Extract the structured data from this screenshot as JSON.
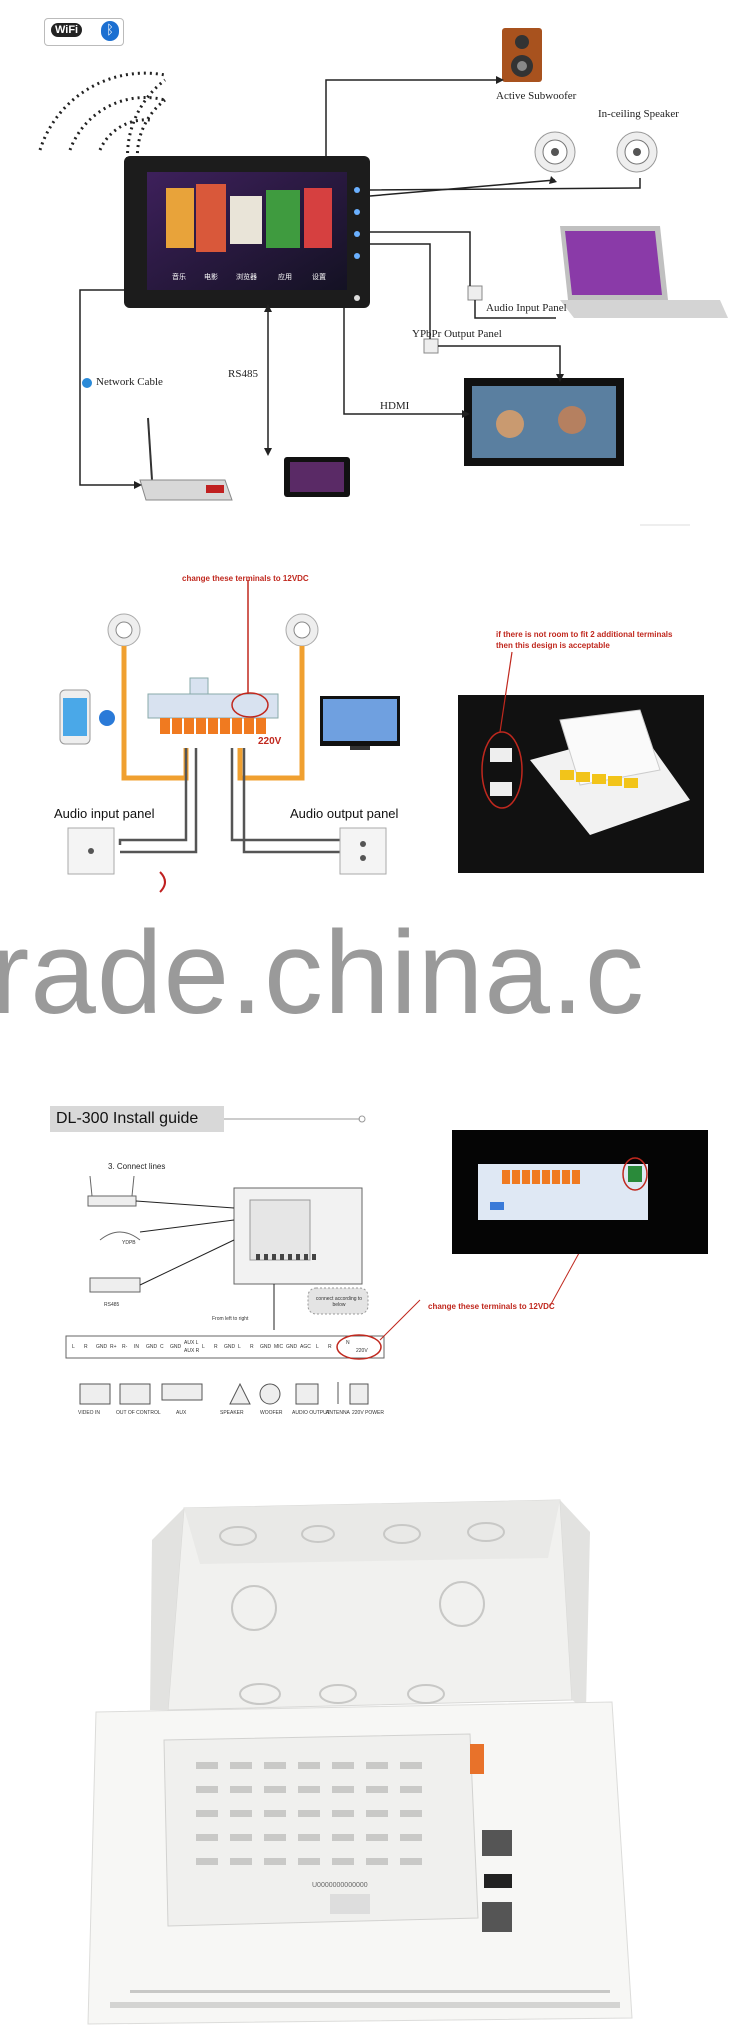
{
  "section1": {
    "wifi_badge": "WiFi",
    "bluetooth_icon": "bluetooth-icon",
    "active_subwoofer": "Active Subwoofer",
    "in_ceiling_speaker": "In-ceiling Speaker",
    "audio_input_panel": "Audio Input Panel",
    "ypbpr_output_panel": "YPbPr Output Panel",
    "rs485": "RS485",
    "hdmi": "HDMI",
    "network_cable": "Network Cable",
    "screen_apps": [
      "音乐",
      "电影",
      "浏览器",
      "应用",
      "设置"
    ]
  },
  "section2": {
    "note_top": "change these terminals to 12VDC",
    "note_right_line1": "if there is not room to fit 2 additional terminals",
    "note_right_line2": "then this design is acceptable",
    "voltage_label": "220V",
    "audio_input_panel": "Audio input panel",
    "audio_output_panel": "Audio output panel"
  },
  "watermark": "rade.china.c",
  "section3": {
    "title": "DL-300 Install guide",
    "step": "3. Connect lines",
    "order_note": "From left to right",
    "bubble": "connect according to below",
    "note_right": "change these terminals to 12VDC",
    "device_labels": [
      "YDPB",
      "RS485"
    ],
    "terminal_labels": [
      "L",
      "R",
      "GND",
      "R+",
      "R-",
      "IN",
      "GND",
      "C",
      "GND",
      "AUX L",
      "AUX R",
      "L",
      "R",
      "GND",
      "L",
      "R",
      "GND",
      "MIC",
      "GND",
      "AGC",
      "L",
      "R",
      "N",
      "220V"
    ],
    "bottom_labels": [
      "VIDEO IN",
      "OUT OF CONTROL",
      "AUX",
      "SPEAKER",
      "WOOFER",
      "AUDIO OUTPUT",
      "ANTENNA",
      "220V POWER"
    ]
  },
  "section4": {
    "sticker": "U0000000000000"
  },
  "colors": {
    "accent_red": "#c0281e",
    "wire_orange": "#f0a030",
    "terminal_orange": "#f07a20",
    "watermark_gray": "#9a9a9a"
  }
}
